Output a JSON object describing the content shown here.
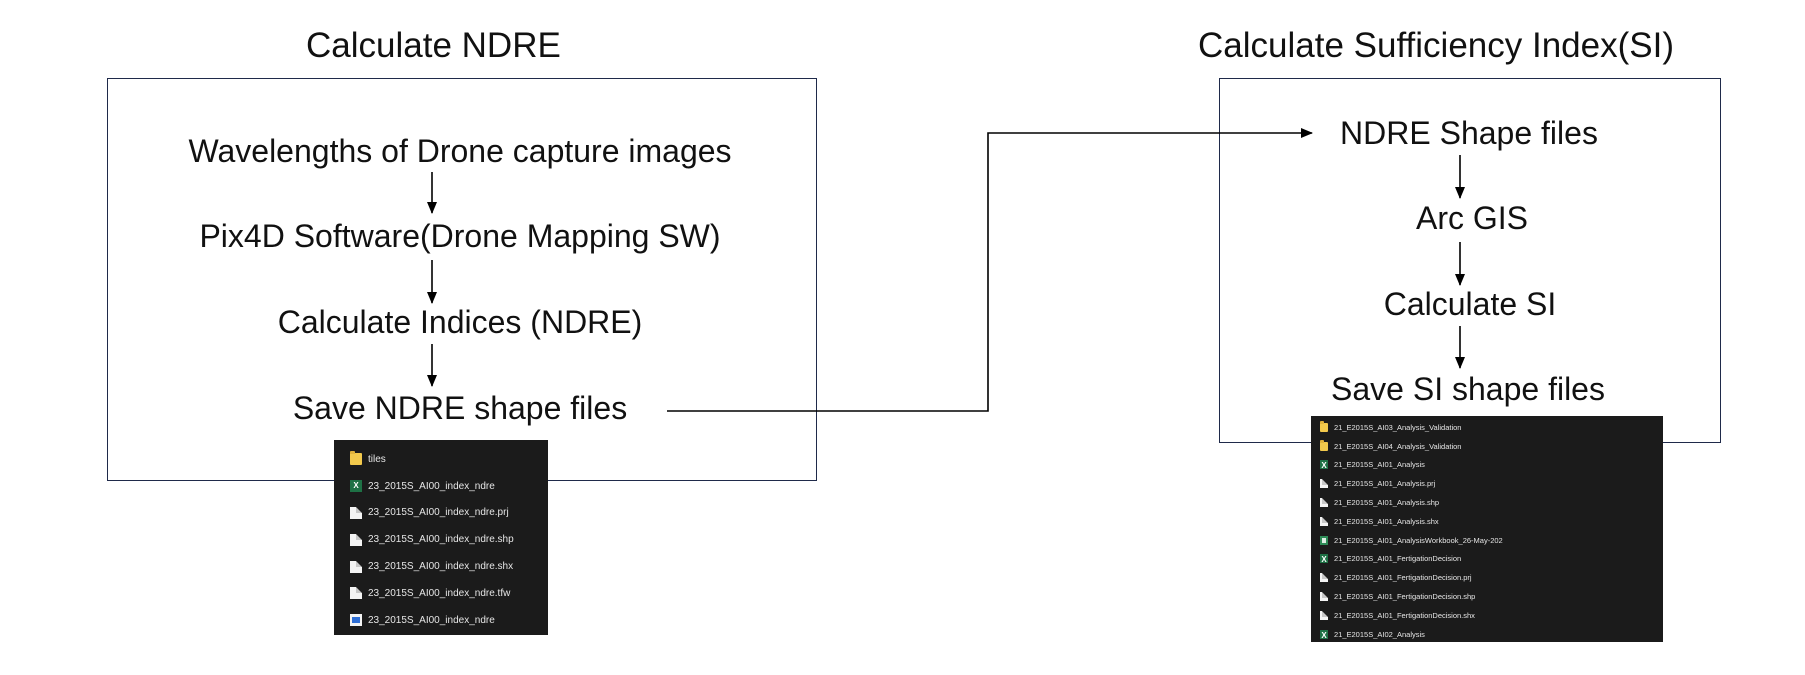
{
  "left_panel": {
    "title": "Calculate NDRE",
    "steps": [
      "Wavelengths of Drone capture images",
      "Pix4D Software(Drone Mapping SW)",
      "Calculate Indices (NDRE)",
      "Save NDRE shape files"
    ],
    "files": [
      {
        "icon": "folder-icon",
        "name": "tiles"
      },
      {
        "icon": "excel-icon",
        "name": "23_2015S_AI00_index_ndre"
      },
      {
        "icon": "document-icon",
        "name": "23_2015S_AI00_index_ndre.prj"
      },
      {
        "icon": "document-icon",
        "name": "23_2015S_AI00_index_ndre.shp"
      },
      {
        "icon": "document-icon",
        "name": "23_2015S_AI00_index_ndre.shx"
      },
      {
        "icon": "document-icon",
        "name": "23_2015S_AI00_index_ndre.tfw"
      },
      {
        "icon": "image-icon",
        "name": "23_2015S_AI00_index_ndre"
      }
    ]
  },
  "right_panel": {
    "title": "Calculate Sufficiency Index(SI)",
    "steps": [
      "NDRE Shape files",
      "Arc GIS",
      "Calculate SI",
      "Save SI shape files"
    ],
    "files": [
      {
        "icon": "folder-icon",
        "name": "21_E2015S_AI03_Analysis_Validation"
      },
      {
        "icon": "folder-icon",
        "name": "21_E2015S_AI04_Analysis_Validation"
      },
      {
        "icon": "excel-icon",
        "name": "21_E2015S_AI01_Analysis"
      },
      {
        "icon": "document-icon",
        "name": "21_E2015S_AI01_Analysis.prj"
      },
      {
        "icon": "document-icon",
        "name": "21_E2015S_AI01_Analysis.shp"
      },
      {
        "icon": "document-icon",
        "name": "21_E2015S_AI01_Analysis.shx"
      },
      {
        "icon": "workbook-icon",
        "name": "21_E2015S_AI01_AnalysisWorkbook_26-May-202"
      },
      {
        "icon": "excel-icon",
        "name": "21_E2015S_AI01_FertigationDecision"
      },
      {
        "icon": "document-icon",
        "name": "21_E2015S_AI01_FertigationDecision.prj"
      },
      {
        "icon": "document-icon",
        "name": "21_E2015S_AI01_FertigationDecision.shp"
      },
      {
        "icon": "document-icon",
        "name": "21_E2015S_AI01_FertigationDecision.shx"
      },
      {
        "icon": "excel-icon",
        "name": "21_E2015S_AI02_Analysis"
      }
    ]
  },
  "colors": {
    "box_border": "#1f2a4a",
    "arrow": "#000000",
    "explorer_bg": "#1b1b1b",
    "explorer_text": "#e6e6e6"
  }
}
